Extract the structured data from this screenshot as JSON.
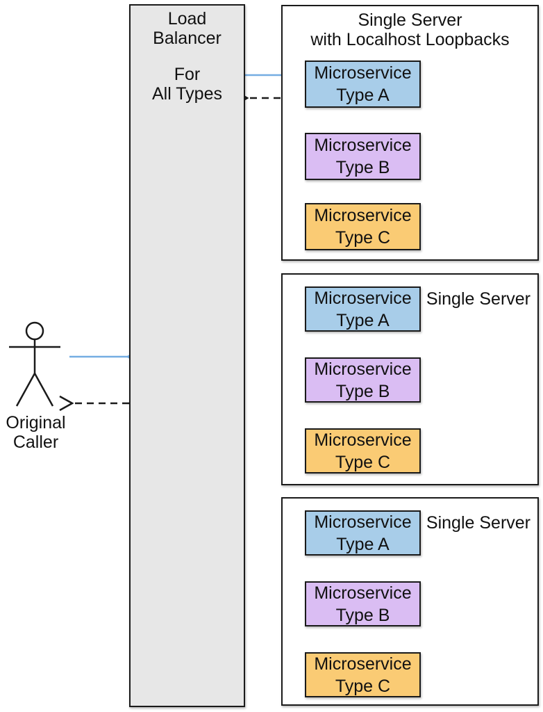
{
  "colors": {
    "service_a_fill": "#A8CDE9",
    "service_b_fill": "#DABDF3",
    "service_c_fill": "#FACB74",
    "load_balancer_fill": "#E7E7E7",
    "box_border": "#1A1A1A",
    "request_arrow_blue": "#74ADE2",
    "response_arrow_black": "#1A1A1A",
    "loopback_purple": "#C494F4",
    "loopback_orange": "#F7A83B"
  },
  "caller": {
    "label": "Original\nCaller"
  },
  "load_balancer": {
    "title": "Load\nBalancer",
    "subtitle": "For\nAll Types"
  },
  "servers": [
    {
      "title": "Single Server\nwith Localhost Loopbacks",
      "services": [
        {
          "label": "Microservice\nType A"
        },
        {
          "label": "Microservice\nType B"
        },
        {
          "label": "Microservice\nType C"
        }
      ]
    },
    {
      "title": "Single Server",
      "services": [
        {
          "label": "Microservice\nType A"
        },
        {
          "label": "Microservice\nType B"
        },
        {
          "label": "Microservice\nType C"
        }
      ]
    },
    {
      "title": "Single Server",
      "services": [
        {
          "label": "Microservice\nType A"
        },
        {
          "label": "Microservice\nType B"
        },
        {
          "label": "Microservice\nType C"
        }
      ]
    }
  ],
  "flows": [
    {
      "from": "Original Caller",
      "to": "Load Balancer",
      "line": "solid",
      "color": "#74ADE2"
    },
    {
      "from": "Load Balancer",
      "to": "Original Caller",
      "line": "dashed",
      "color": "#1A1A1A"
    },
    {
      "from": "Load Balancer",
      "to": "Microservice Type A",
      "line": "solid",
      "color": "#74ADE2"
    },
    {
      "from": "Microservice Type A",
      "to": "Load Balancer",
      "line": "dashed",
      "color": "#1A1A1A"
    },
    {
      "from": "Microservice Type A",
      "to": "Microservice Type B",
      "line": "solid",
      "color": "#C494F4"
    },
    {
      "from": "Microservice Type B",
      "to": "Microservice Type A",
      "line": "dashed",
      "color": "#1A1A1A"
    },
    {
      "from": "Microservice Type B",
      "to": "Microservice Type C",
      "line": "solid",
      "color": "#F7A83B"
    },
    {
      "from": "Microservice Type C",
      "to": "Microservice Type B",
      "line": "dashed",
      "color": "#1A1A1A"
    }
  ]
}
